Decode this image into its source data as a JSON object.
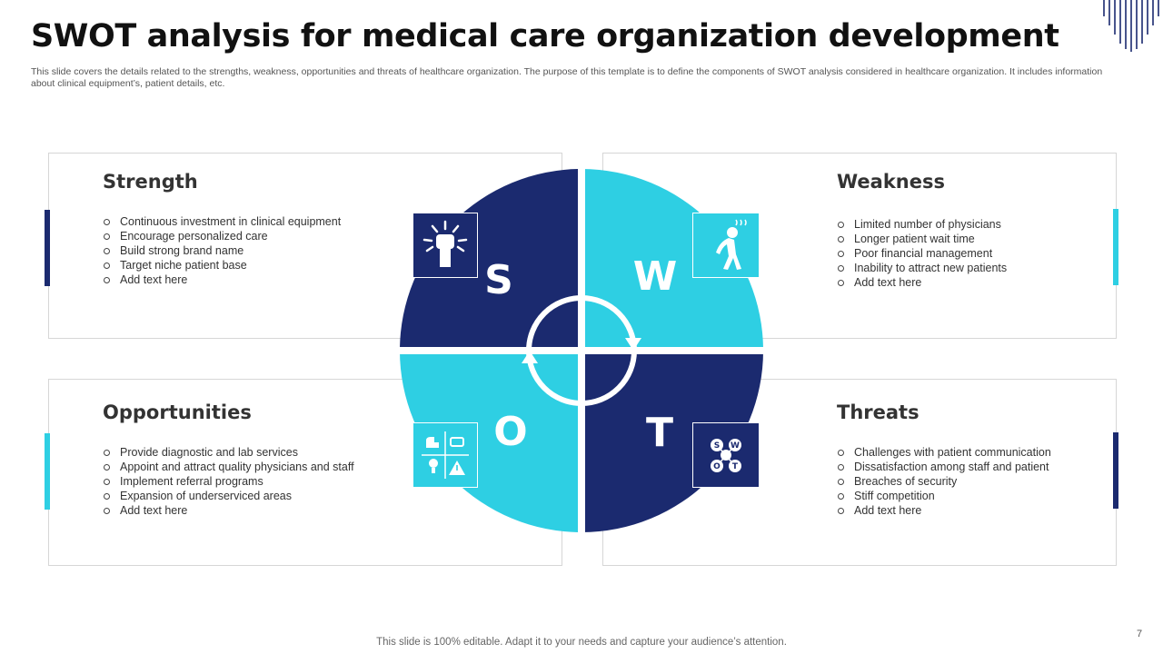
{
  "slide": {
    "title": "SWOT analysis for medical care organization development",
    "subtitle": "This slide covers the details related to the strengths, weakness, opportunities and threats of healthcare organization. The purpose of this template is to define the components of SWOT analysis considered in healthcare organization. It includes information about clinical equipment’s, patient details, etc.",
    "footer": "This slide is 100% editable. Adapt it to your needs and capture your audience’s attention.",
    "page_number": "7"
  },
  "colors": {
    "dark": "#1b2a6f",
    "light": "#2ecfe3"
  },
  "quadrants": {
    "strength": {
      "title": "Strength",
      "letter": "S",
      "icon": "raised-fist-icon",
      "items": [
        "Continuous  investment in clinical equipment",
        "Encourage  personalized care",
        "Build strong brand name",
        "Target  niche patient base",
        "Add text here"
      ]
    },
    "weakness": {
      "title": "Weakness",
      "letter": "W",
      "icon": "tired-person-icon",
      "items": [
        "Limited number of physicians",
        "Longer patient wait time",
        "Poor financial management",
        "Inability to attract new patients",
        "Add text here"
      ]
    },
    "opportunities": {
      "title": "Opportunities",
      "letter": "O",
      "icon": "swot-grid-icon",
      "items": [
        "Provide  diagnostic and lab services",
        "Appoint and attract quality physicians and staff",
        "Implement  referral programs",
        "Expansion of underserviced  areas",
        "Add text here"
      ]
    },
    "threats": {
      "title": "Threats",
      "letter": "T",
      "icon": "swot-letters-icon",
      "items": [
        "Challenges with patient communication",
        "Dissatisfaction among staff and patient",
        "Breaches of security",
        "Stiff competition",
        "Add text here"
      ],
      "icon_letters": [
        "S",
        "W",
        "O",
        "T"
      ]
    }
  }
}
